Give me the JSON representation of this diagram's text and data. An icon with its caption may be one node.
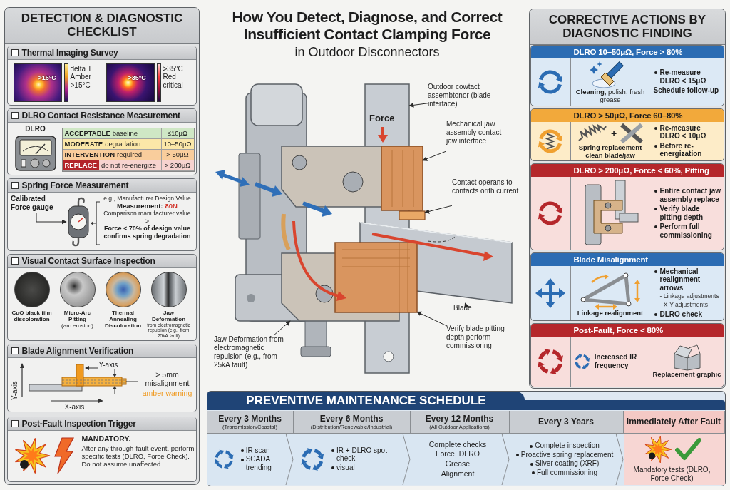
{
  "diagram": {
    "title": "How You Detect, Diagnose, and Correct Insufficient Contact Clamping Force",
    "nodes": [
      {
        "text": [
          "DETECTION & DIAGNOSTIC CHECKLIST"
        ]
      },
      {
        "text": [
          "Thermal Imaging Survey",
          ">15°C",
          "delta T Amber >15°C",
          ">35°C",
          ">35°C Red critical"
        ],
        "in": 0
      },
      {
        "text": [
          "DLRO Contact Resistance Measurement",
          "DLRO",
          "**ACCEPTABLE** baseline",
          "≤10μΩ",
          "**MODERATE** degradation",
          "10–50μΩ",
          "**INTERVENTION** required",
          "> 50μΩ",
          "REPLACE",
          "do not re-energize",
          "> 200μΩ"
        ],
        "in": 0
      },
      {
        "text": [
          "Spring Force Measurement",
          "e.g., Manufacturer Design Value",
          "Measurement:",
          "80N",
          "Comparison manufacturer value",
          ">",
          "Force < 70% of design value confirms spring degradation"
        ],
        "in": 0
      },
      {
        "text": [
          "Calibrated Force gauge"
        ],
        "in": 3
      },
      {
        "text": [],
        "shape": "picture",
        "in": 3
      },
      {
        "text": [
          "Visual Contact Surface Inspection",
          "CuO black film discoloration",
          "Micro-Arc Pitting",
          "(arc erosion)",
          "Thermal Annealing Discoloration",
          "Jaw Deformation",
          "from electromagnetic repulsion (e.g., from 25kA fault)"
        ],
        "in": 0
      },
      {
        "text": [
          "Blade Alignment Verification",
          "Y-axis",
          "Y-axis",
          "X-axis",
          "> 5mm misalignment",
          "amber warning"
        ],
        "in": 0
      },
      {
        "text": [
          "Post-Fault Inspection Trigger",
          "MANDATORY.",
          "After any through-fault event, perform specific tests (DLRO, Force Check). Do not assume unaffected."
        ],
        "in": 0
      },
      {
        "text": [],
        "shape": "picture"
      },
      {
        "text": [],
        "shape": "picture"
      },
      {
        "text": [],
        "shape": "box"
      },
      {
        "text": [],
        "shape": "picture"
      },
      {
        "text": [],
        "shape": "picture"
      },
      {
        "text": [],
        "shape": "picture"
      },
      {
        "text": [
          "Outdoor cowtact assembtonor (blade interface)"
        ]
      },
      {
        "text": [
          "Mechanical jaw assembly contact jaw interface"
        ]
      },
      {
        "text": [
          "Contact operans to contacts orith current"
        ]
      },
      {
        "text": [
          "Blade"
        ]
      },
      {
        "text": [
          "Verify blade pitting depth perform commissioring"
        ]
      },
      {
        "text": [
          "Jaw Deformation from electromagnetic repulsion (e.g., from 25kA fault)"
        ]
      },
      {
        "text": [
          "CORRECTIVE ACTIONS BY DIAGNOSTIC FINDING"
        ]
      },
      {
        "text": [
          "DLRO 10–50μΩ, Force > 80%",
          "**Cleaning,** polish, fresh grease",
          "Re-measure DLRO < 15μΩ",
          "Schedule follow-up"
        ],
        "in": 21
      },
      {
        "text": [
          "DLRO > 50μΩ, Force 60–80%",
          "+",
          "Spring replacement clean blade/jaw",
          "Re-measure DLRO < 10μΩ",
          "Before re-energization"
        ],
        "in": 21
      },
      {
        "text": [
          "DLRO > 200μΩ, Force < 60%, Pitting",
          "Entire contact jaw assembly replace",
          "Verify blade pitting depth",
          "Perform full commissioning"
        ],
        "in": 21
      },
      {
        "text": [
          "Blade Misalignment",
          "Linkage realignment",
          "Mechanical realignment arrows",
          "- Linkage adjustments",
          "- X-Y adjustments",
          "DLRO check"
        ],
        "in": 21
      },
      {
        "text": [
          "Post-Fault, Force < 80%",
          "Increased IR frequency",
          "Replacement graphic"
        ],
        "in": 21
      },
      {
        "text": [
          "PREVENTIVE MAINTENANCE SCHEDULE"
        ]
      },
      {
        "text": [
          "Every 3 Months",
          "(Transmission/Coastal)",
          "IR scan",
          "SCADA trending"
        ],
        "in": 27
      },
      {
        "text": [
          "Every 6 Months",
          "(Distribution/Renewable/Industrial)",
          "IR + DLRO spot check",
          "visual"
        ],
        "in": 27
      },
      {
        "text": [
          "Every 12 Months",
          "(All Outdoor Applications)",
          "Complete checks",
          "Force, DLRO",
          "Grease",
          "Alignment"
        ],
        "in": 27
      },
      {
        "text": [
          "Every 3 Years",
          "Complete inspection",
          "Proactive spring replacement",
          "Silver coating (XRF)",
          "Full commissioning"
        ],
        "in": 27
      },
      {
        "text": [
          "Immediately After Fault",
          "Mandatory tests (DLRO, Force Check)"
        ],
        "in": 27
      }
    ],
    "edges": [
      {
        "from": 4,
        "to": 5,
        "arrow": "to"
      },
      {
        "from": 15,
        "to": 9,
        "arrow": "to"
      },
      {
        "from": 16,
        "to": 10,
        "arrow": "to"
      },
      {
        "from": 17,
        "to": 11,
        "arrow": "to"
      },
      {
        "from": 18,
        "to": 12,
        "arrow": "to"
      },
      {
        "from": 19,
        "to": 13,
        "arrow": "to"
      },
      {
        "from": 20,
        "to": 14,
        "arrow": "to"
      }
    ],
    "labels": [
      "in Outdoor Disconnectors",
      "Force"
    ]
  }
}
